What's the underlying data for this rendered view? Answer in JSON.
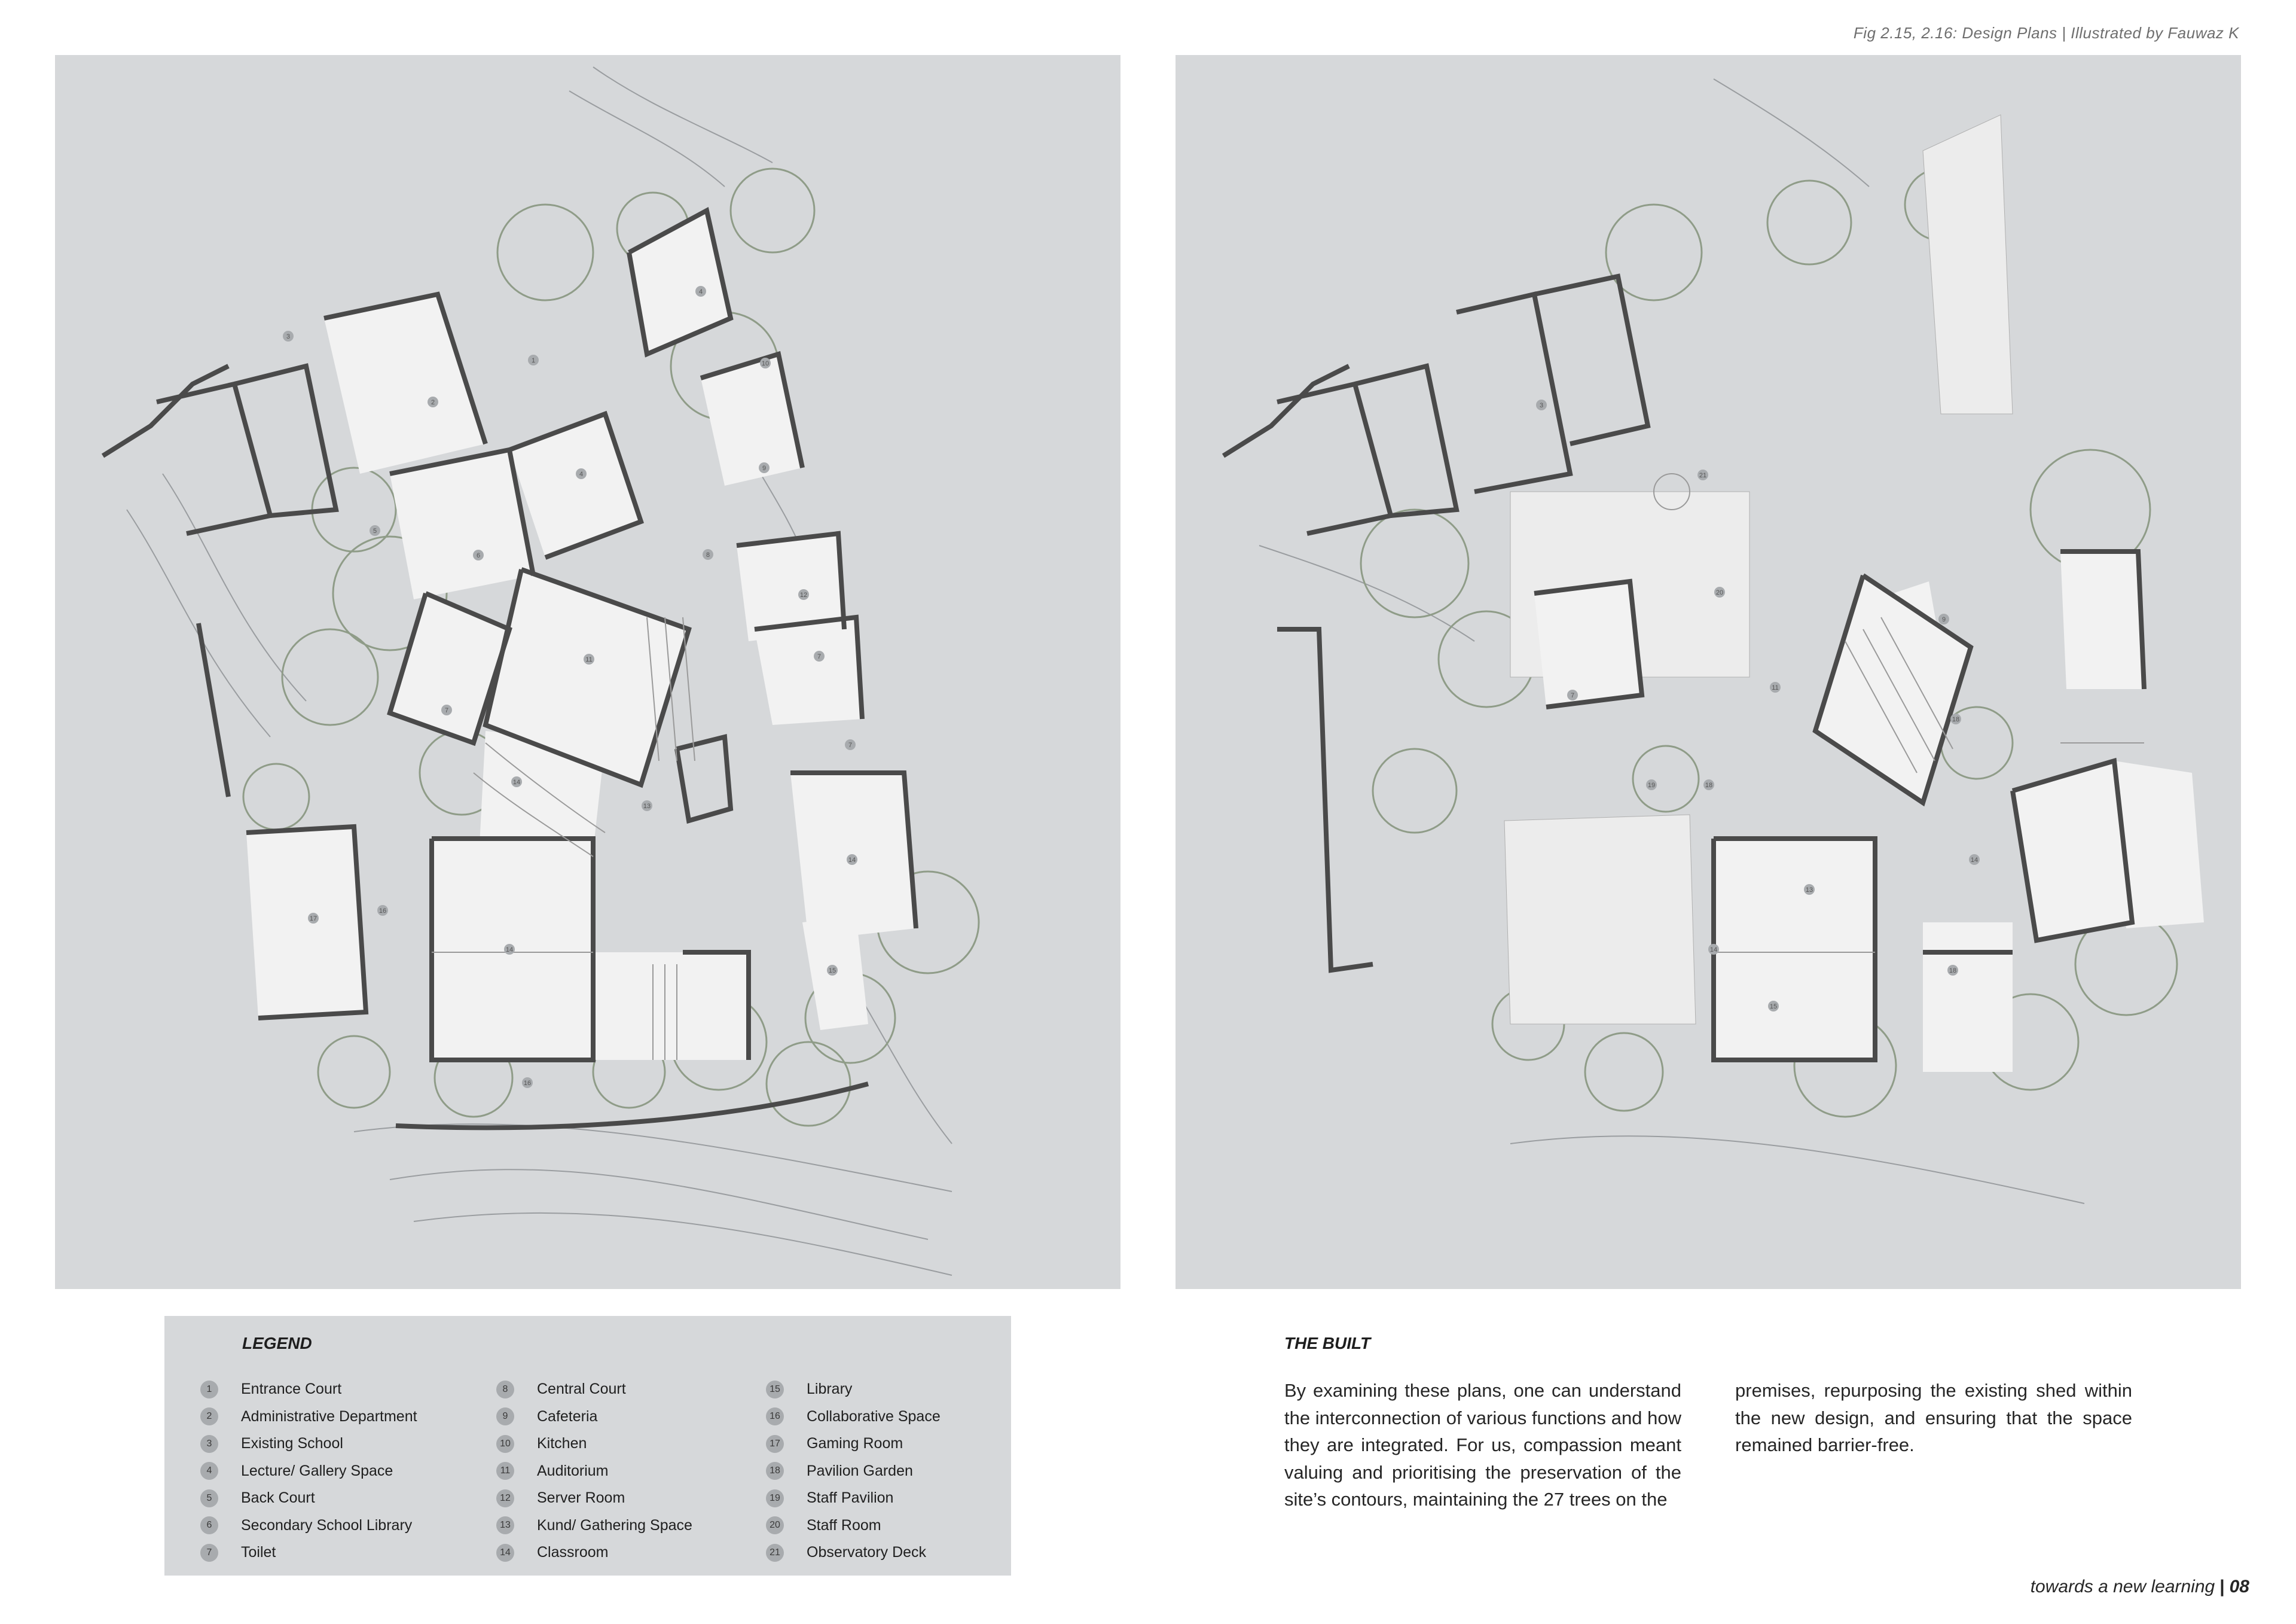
{
  "caption": "Fig 2.15, 2.16: Design Plans  |  Illustrated by Fauwaz K",
  "legend": {
    "title": "LEGEND",
    "items": [
      {
        "num": "1",
        "label": "Entrance Court"
      },
      {
        "num": "2",
        "label": "Administrative Department"
      },
      {
        "num": "3",
        "label": "Existing School"
      },
      {
        "num": "4",
        "label": "Lecture/ Gallery Space"
      },
      {
        "num": "5",
        "label": "Back Court"
      },
      {
        "num": "6",
        "label": "Secondary School Library"
      },
      {
        "num": "7",
        "label": "Toilet"
      },
      {
        "num": "8",
        "label": "Central Court"
      },
      {
        "num": "9",
        "label": "Cafeteria"
      },
      {
        "num": "10",
        "label": "Kitchen"
      },
      {
        "num": "11",
        "label": "Auditorium"
      },
      {
        "num": "12",
        "label": "Server Room"
      },
      {
        "num": "13",
        "label": "Kund/ Gathering Space"
      },
      {
        "num": "14",
        "label": "Classroom"
      },
      {
        "num": "15",
        "label": "Library"
      },
      {
        "num": "16",
        "label": "Collaborative Space"
      },
      {
        "num": "17",
        "label": "Gaming Room"
      },
      {
        "num": "18",
        "label": "Pavilion Garden"
      },
      {
        "num": "19",
        "label": "Staff Pavilion"
      },
      {
        "num": "20",
        "label": "Staff Room"
      },
      {
        "num": "21",
        "label": "Observatory Deck"
      }
    ]
  },
  "built": {
    "title": "THE BUILT",
    "col1": "By examining these plans, one can understand the interconnection of various functions and how they are integrated. For us, compassion meant valuing and prioritising the preservation of the site’s contours, maintaining the 27 trees on the",
    "col2": "premises, repurposing the existing shed within the new design, and ensuring that the space remained barrier-free."
  },
  "footer": {
    "text": "towards a new learning",
    "separator": "|",
    "page": "08"
  },
  "plan_left": {
    "room_labels": [
      "1",
      "2",
      "3",
      "4",
      "4",
      "5",
      "6",
      "7",
      "7",
      "7",
      "8",
      "9",
      "10",
      "11",
      "12",
      "13",
      "14",
      "14",
      "14",
      "15",
      "16",
      "16",
      "17"
    ]
  },
  "plan_right": {
    "room_labels": [
      "3",
      "7",
      "9",
      "11",
      "13",
      "14",
      "14",
      "15",
      "18",
      "18",
      "18",
      "19",
      "20",
      "21"
    ]
  },
  "colors": {
    "panel_bg": "#d6d8da",
    "wall": "#4a4a4a",
    "room_fill": "#f2f2f2",
    "tree": "#8f9c88",
    "badge": "#a8abae"
  }
}
